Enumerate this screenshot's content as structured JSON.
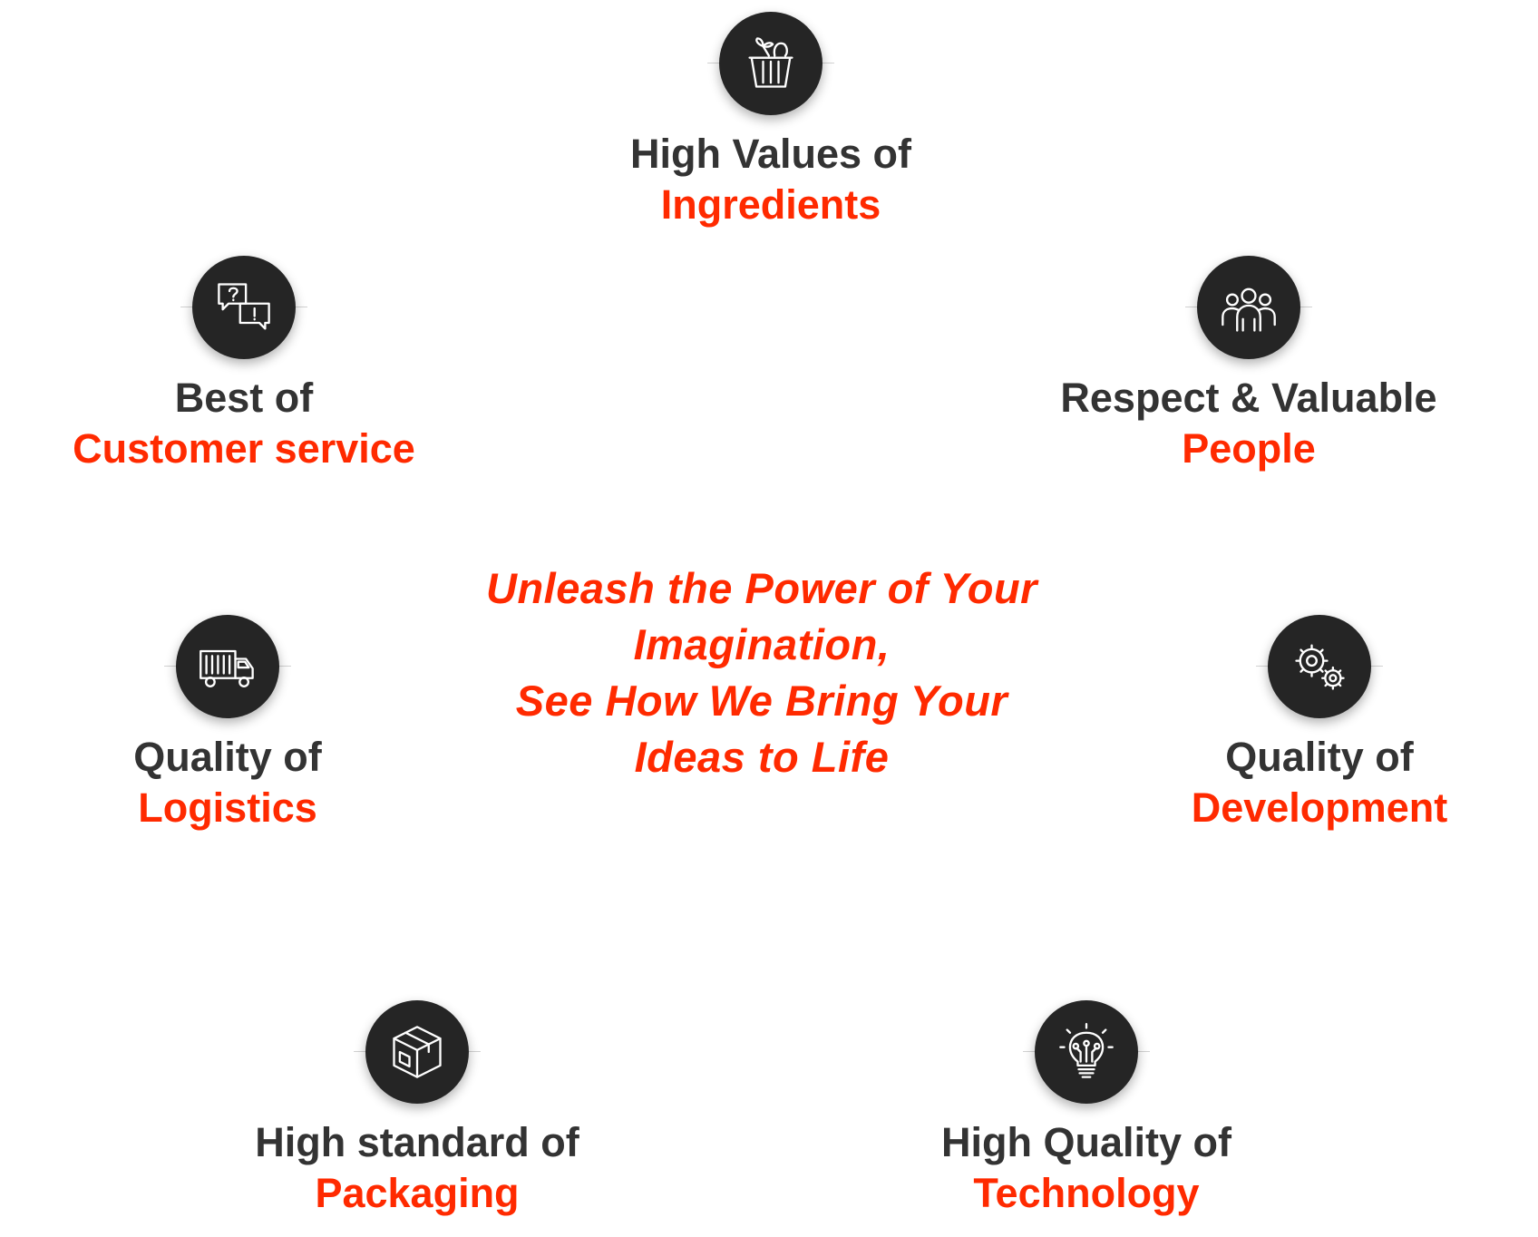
{
  "tagline": {
    "line1": "Unleash the Power of Your",
    "line2": "Imagination,",
    "line3": "See How We Bring Your",
    "line4": "Ideas to Life"
  },
  "items": [
    {
      "prefix": "High Values of",
      "highlight": "Ingredients",
      "icon": "grocery-basket-icon"
    },
    {
      "prefix": "Best of",
      "highlight": "Customer service",
      "icon": "chat-bubbles-icon"
    },
    {
      "prefix": "Respect & Valuable",
      "highlight": "People",
      "icon": "people-group-icon"
    },
    {
      "prefix": "Quality of",
      "highlight": "Logistics",
      "icon": "truck-icon"
    },
    {
      "prefix": "Quality of",
      "highlight": "Development",
      "icon": "gears-icon"
    },
    {
      "prefix": "High standard of",
      "highlight": "Packaging",
      "icon": "package-box-icon"
    },
    {
      "prefix": "High Quality of",
      "highlight": "Technology",
      "icon": "lightbulb-circuit-icon"
    }
  ],
  "colors": {
    "accent": "#ff2a00",
    "text": "#333333",
    "icon_bg": "#252525"
  }
}
